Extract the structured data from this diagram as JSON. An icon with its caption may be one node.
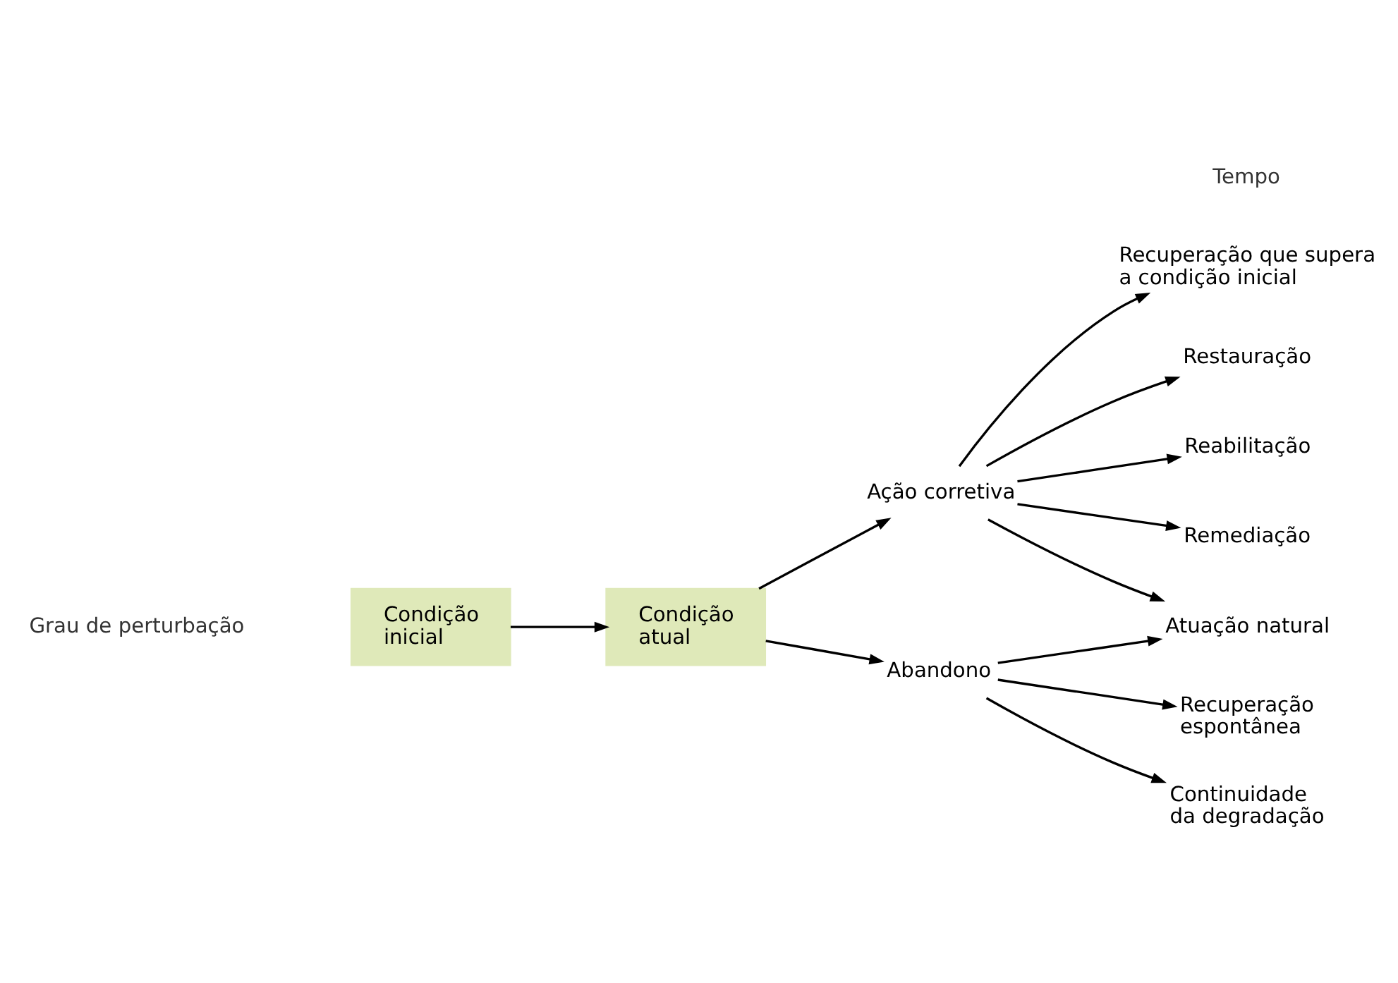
{
  "diagram": {
    "nodes": [
      {
        "text": [
          "Condição inicial"
        ]
      },
      {
        "text": [
          "Condição atual"
        ]
      },
      {
        "text": [
          "Ação corretiva"
        ]
      },
      {
        "text": [
          "Abandono"
        ]
      },
      {
        "text": [
          "Recuperação que supera a condição inicial"
        ]
      },
      {
        "text": [
          "Restauração"
        ]
      },
      {
        "text": [
          "Reabilitação"
        ]
      },
      {
        "text": [
          "Remediação"
        ]
      },
      {
        "text": [
          "Atuação natural"
        ]
      },
      {
        "text": [
          "Recuperação espontânea"
        ]
      },
      {
        "text": [
          "Continuidade da degradação"
        ]
      }
    ],
    "edges": [
      {
        "from": 0,
        "to": 1,
        "arrow": "to"
      },
      {
        "from": 1,
        "to": 2,
        "arrow": "to"
      },
      {
        "from": 1,
        "to": 3,
        "arrow": "to"
      },
      {
        "from": 2,
        "to": 4,
        "arrow": "to"
      },
      {
        "from": 2,
        "to": 5,
        "arrow": "to"
      },
      {
        "from": 2,
        "to": 6,
        "arrow": "to"
      },
      {
        "from": 2,
        "to": 7,
        "arrow": "to"
      },
      {
        "from": 2,
        "to": 8,
        "arrow": "to"
      },
      {
        "from": 3,
        "to": 8,
        "arrow": "to"
      },
      {
        "from": 3,
        "to": 9,
        "arrow": "to"
      },
      {
        "from": 3,
        "to": 10,
        "arrow": "to"
      }
    ],
    "labels": [
      "Tempo",
      "Grau de perturbação"
    ]
  }
}
